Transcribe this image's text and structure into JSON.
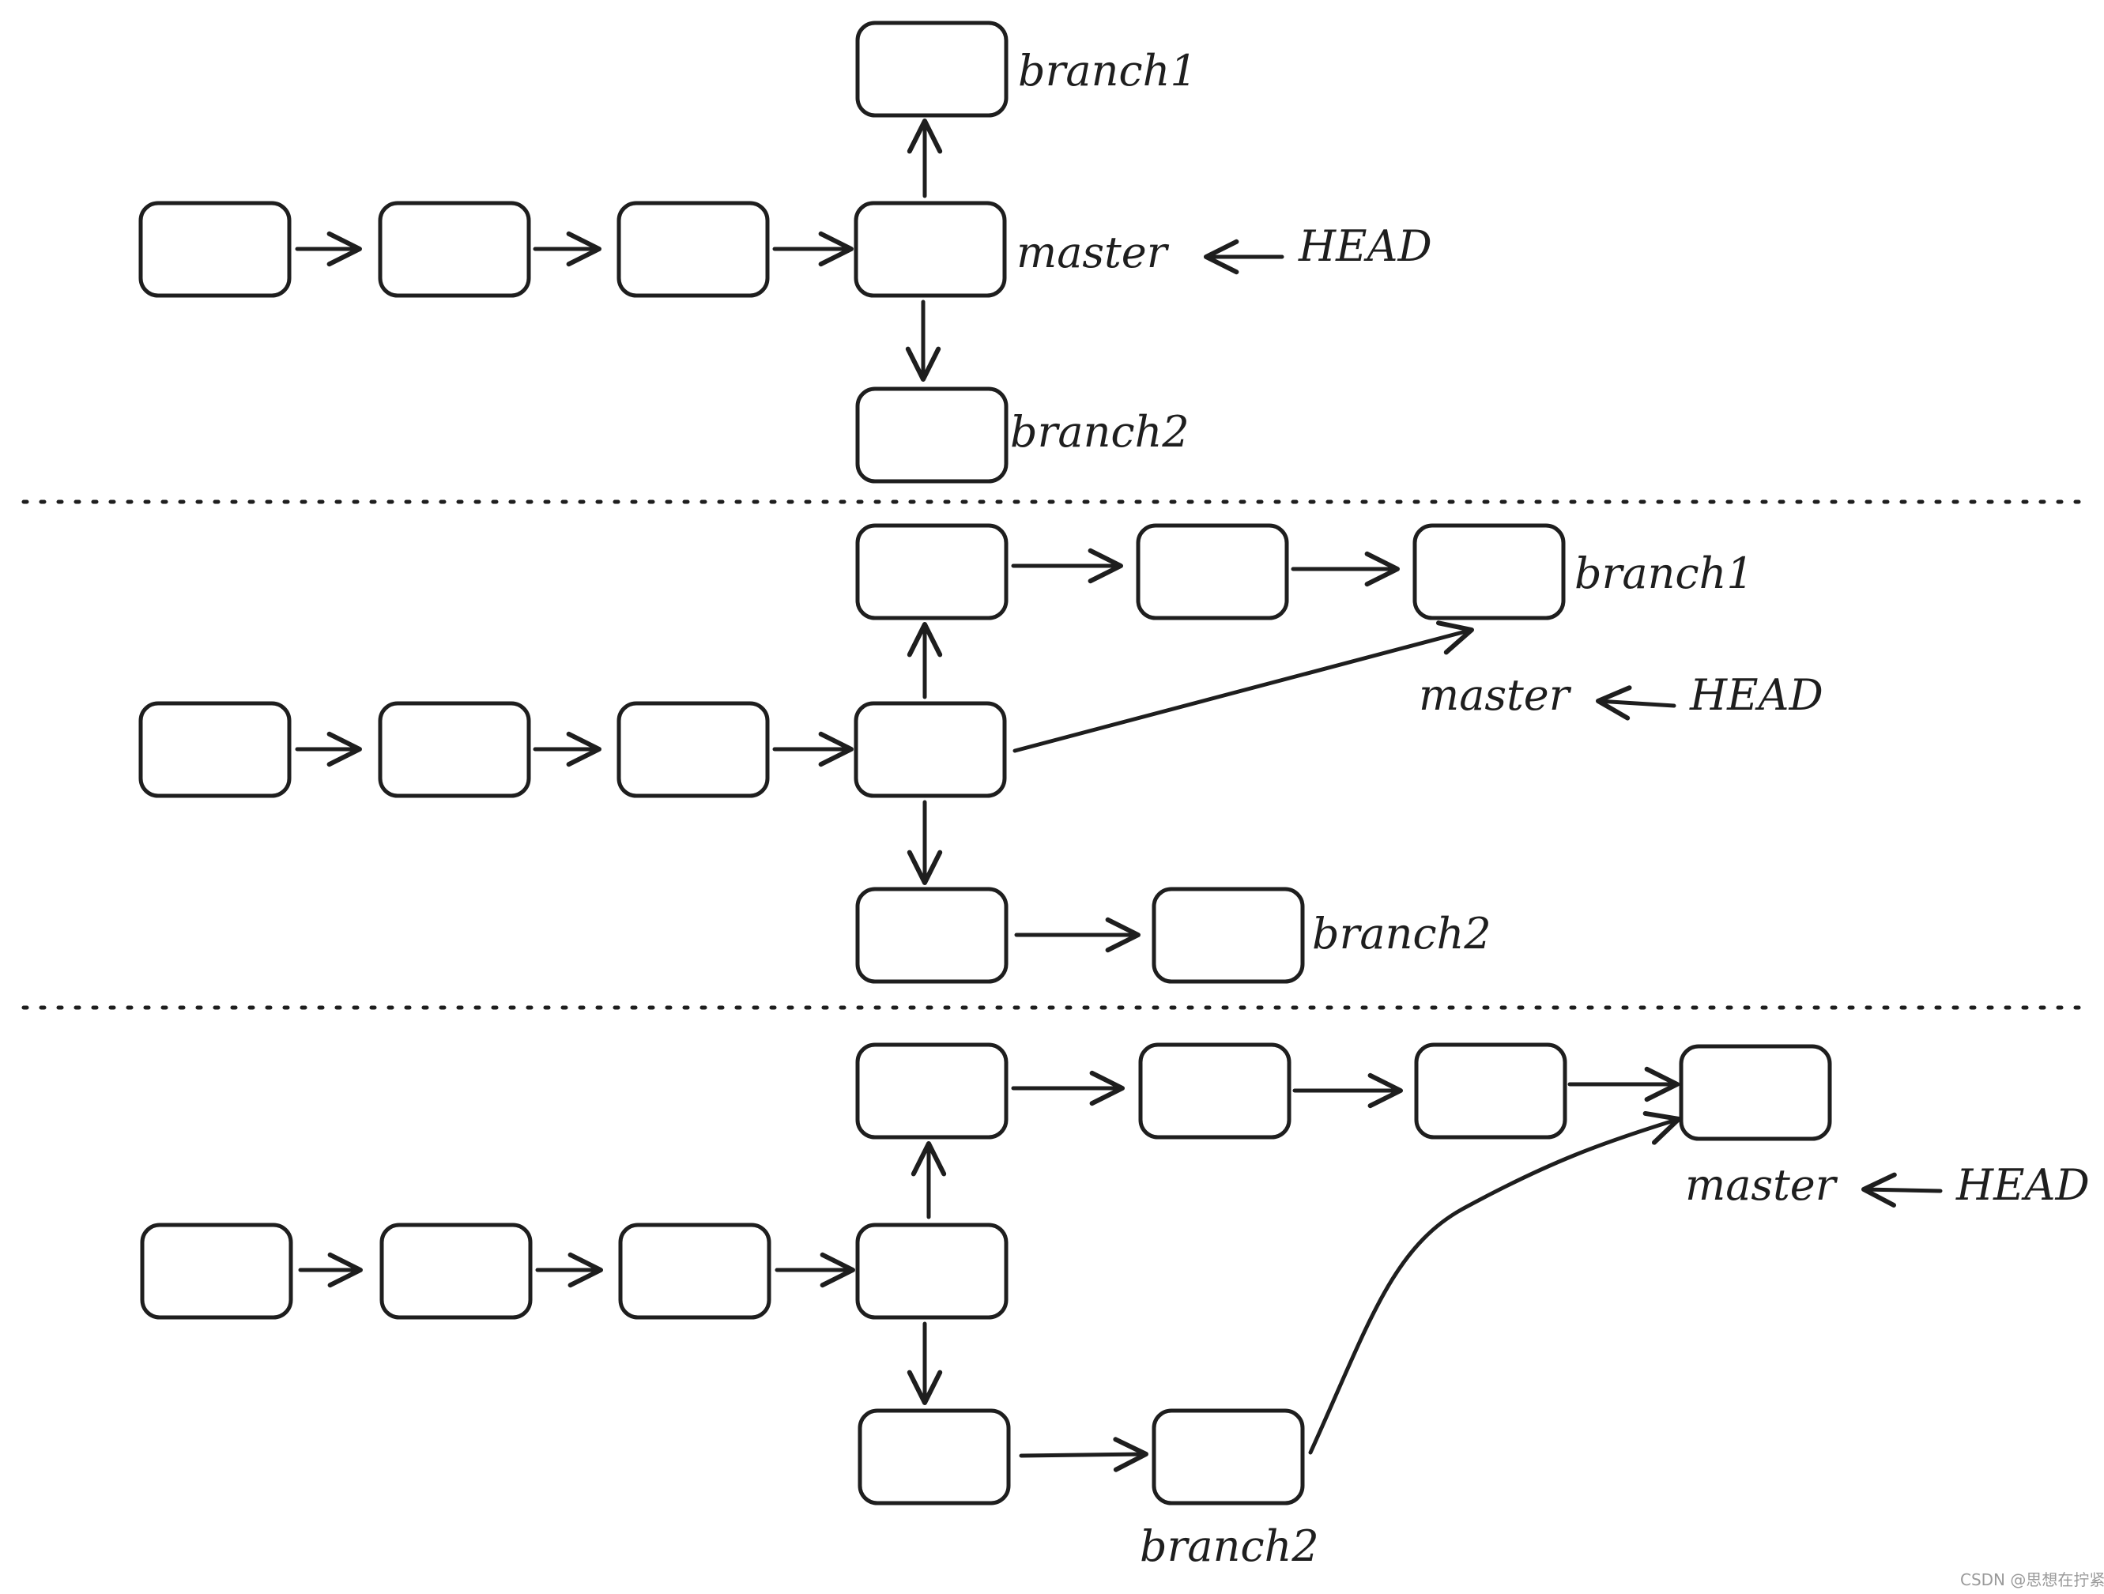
{
  "labels": {
    "branch1": "branch1",
    "branch2": "branch2",
    "master": "master",
    "head": "HEAD"
  },
  "watermark": "CSDN @思想在拧紧"
}
